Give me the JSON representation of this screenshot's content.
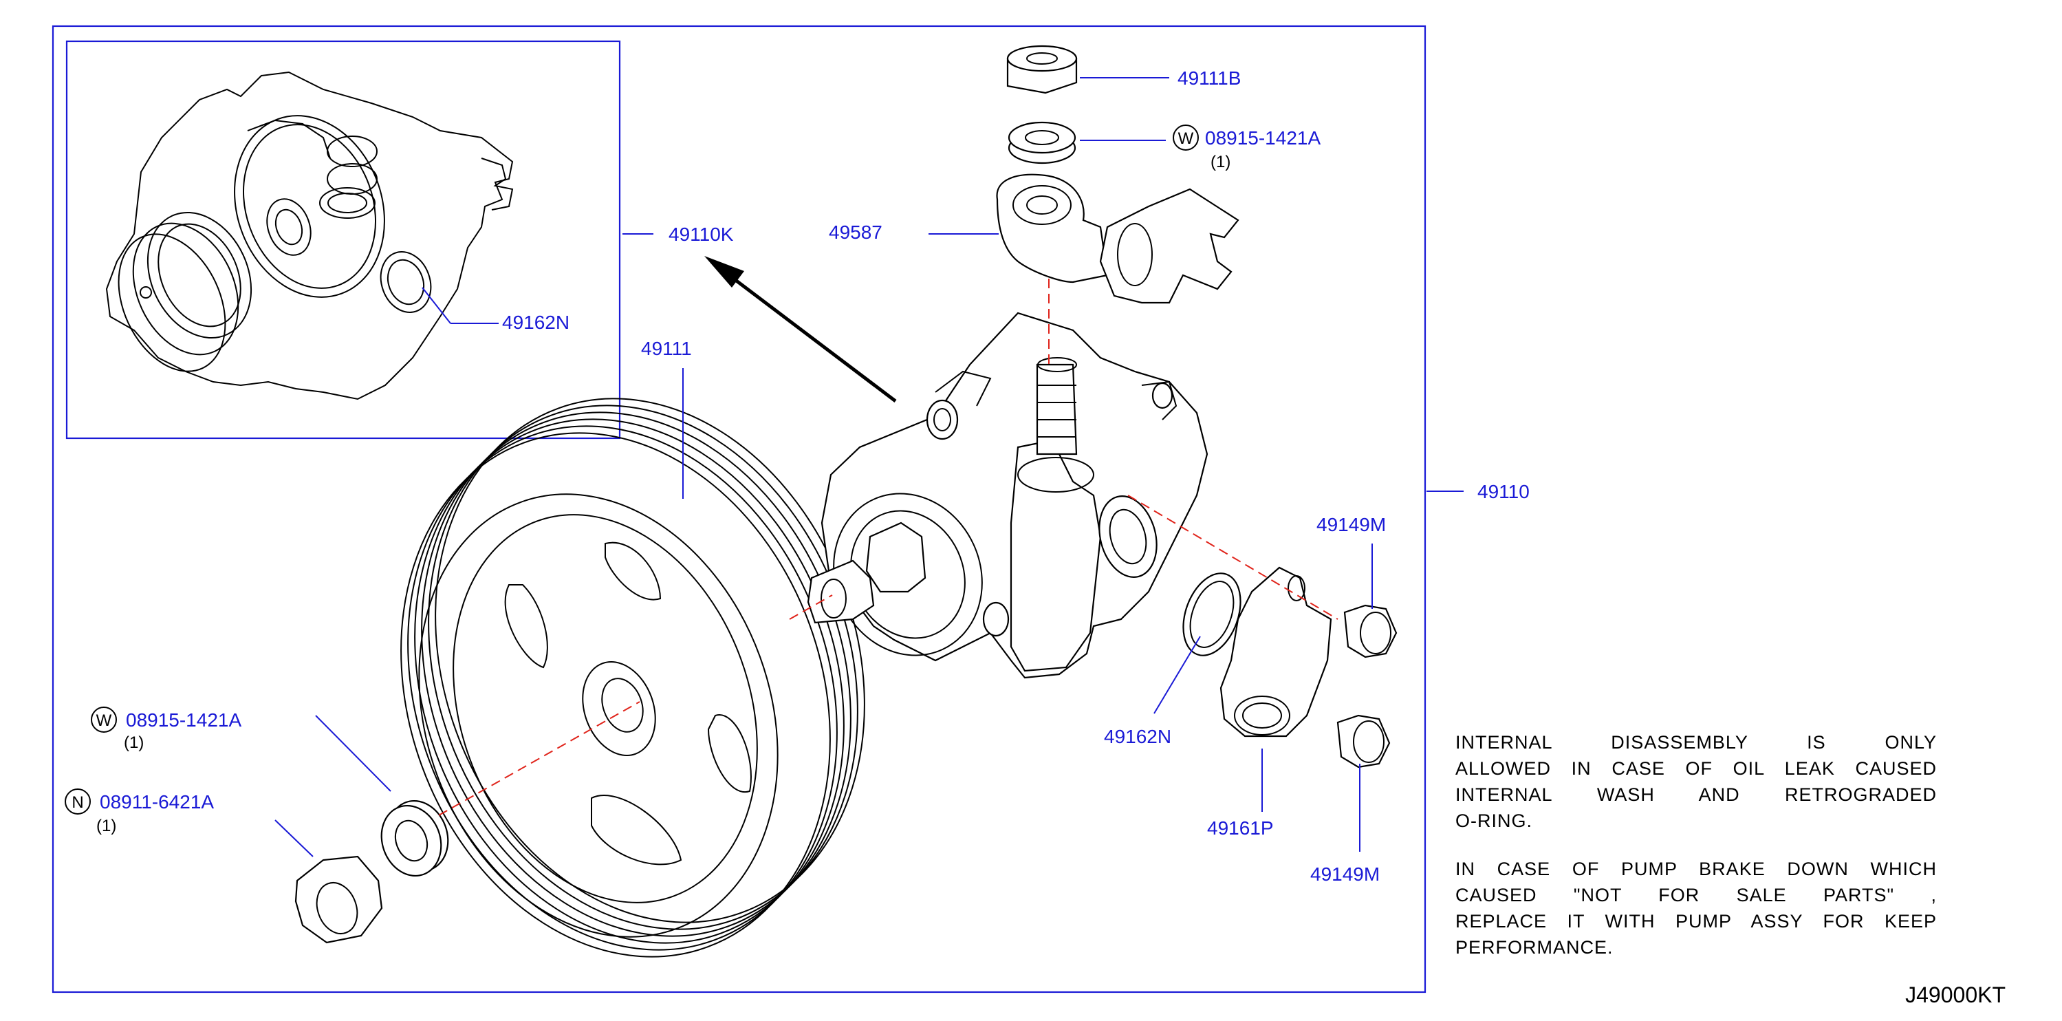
{
  "labels": {
    "p49111B": "49111B",
    "p08915_top": "08915-1421A",
    "qty_top": "(1)",
    "p49587": "49587",
    "p49110K": "49110K",
    "p49162N_inset": "49162N",
    "p49111": "49111",
    "p49110": "49110",
    "p49149M_top": "49149M",
    "p49162N": "49162N",
    "p49161P": "49161P",
    "p49149M_bot": "49149M",
    "p08915_left": "08915-1421A",
    "qty_left1": "(1)",
    "p08911": "08911-6421A",
    "qty_left2": "(1)",
    "sym_w": "W",
    "sym_n": "N"
  },
  "notes": {
    "note1": [
      "INTERNAL  DISASSEMBLY  IS  ONLY",
      "ALLOWED  IN  CASE  OF  OIL  LEAK  CAUSED",
      "INTERNAL  WASH  AND  RETROGRADED",
      "O-RING."
    ],
    "note2": [
      "IN  CASE  OF  PUMP  BRAKE  DOWN  WHICH",
      "CAUSED  \"NOT  FOR  SALE  PARTS\"  ,",
      "REPLACE  IT  WITH  PUMP  ASSY  FOR  KEEP",
      "PERFORMANCE."
    ]
  },
  "diagram_code": "J49000KT",
  "colors": {
    "label": "#1a1ad6",
    "centerline": "#e0241b",
    "line": "#000000"
  }
}
